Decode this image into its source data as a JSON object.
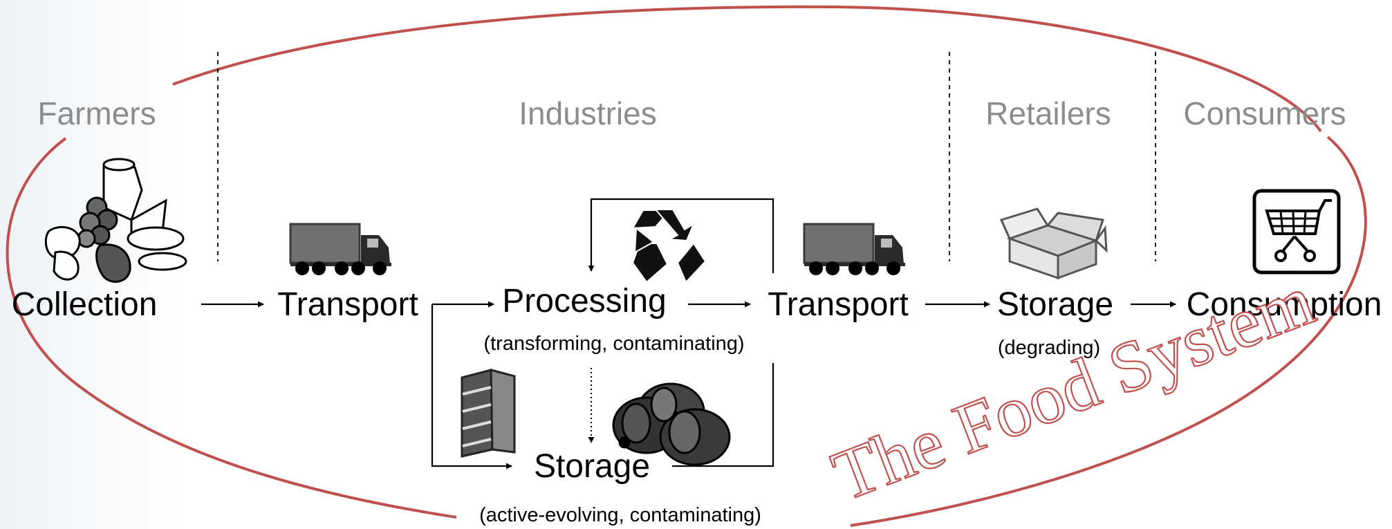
{
  "actors": {
    "farmers": "Farmers",
    "industries": "Industries",
    "retailers": "Retailers",
    "consumers": "Consumers"
  },
  "stages": {
    "collection": "Collection",
    "transport1": "Transport",
    "processing": "Processing",
    "transport2": "Transport",
    "storage_retail": "Storage",
    "consumption": "Consumption",
    "storage_industry": "Storage"
  },
  "notes": {
    "processing": "(transforming, contaminating)",
    "storage_retail": "(degrading)",
    "storage_industry": "(active-evolving, contaminating)"
  },
  "brand": "The Food System",
  "icons": [
    "food-pile-icon",
    "truck-icon",
    "recycle-icon",
    "shelf-icon",
    "barrels-icon",
    "open-box-icon",
    "shopping-cart-icon"
  ],
  "colors": {
    "ellipse": "#c0504d",
    "actor_text": "#8c8c8c",
    "text": "#000000"
  }
}
